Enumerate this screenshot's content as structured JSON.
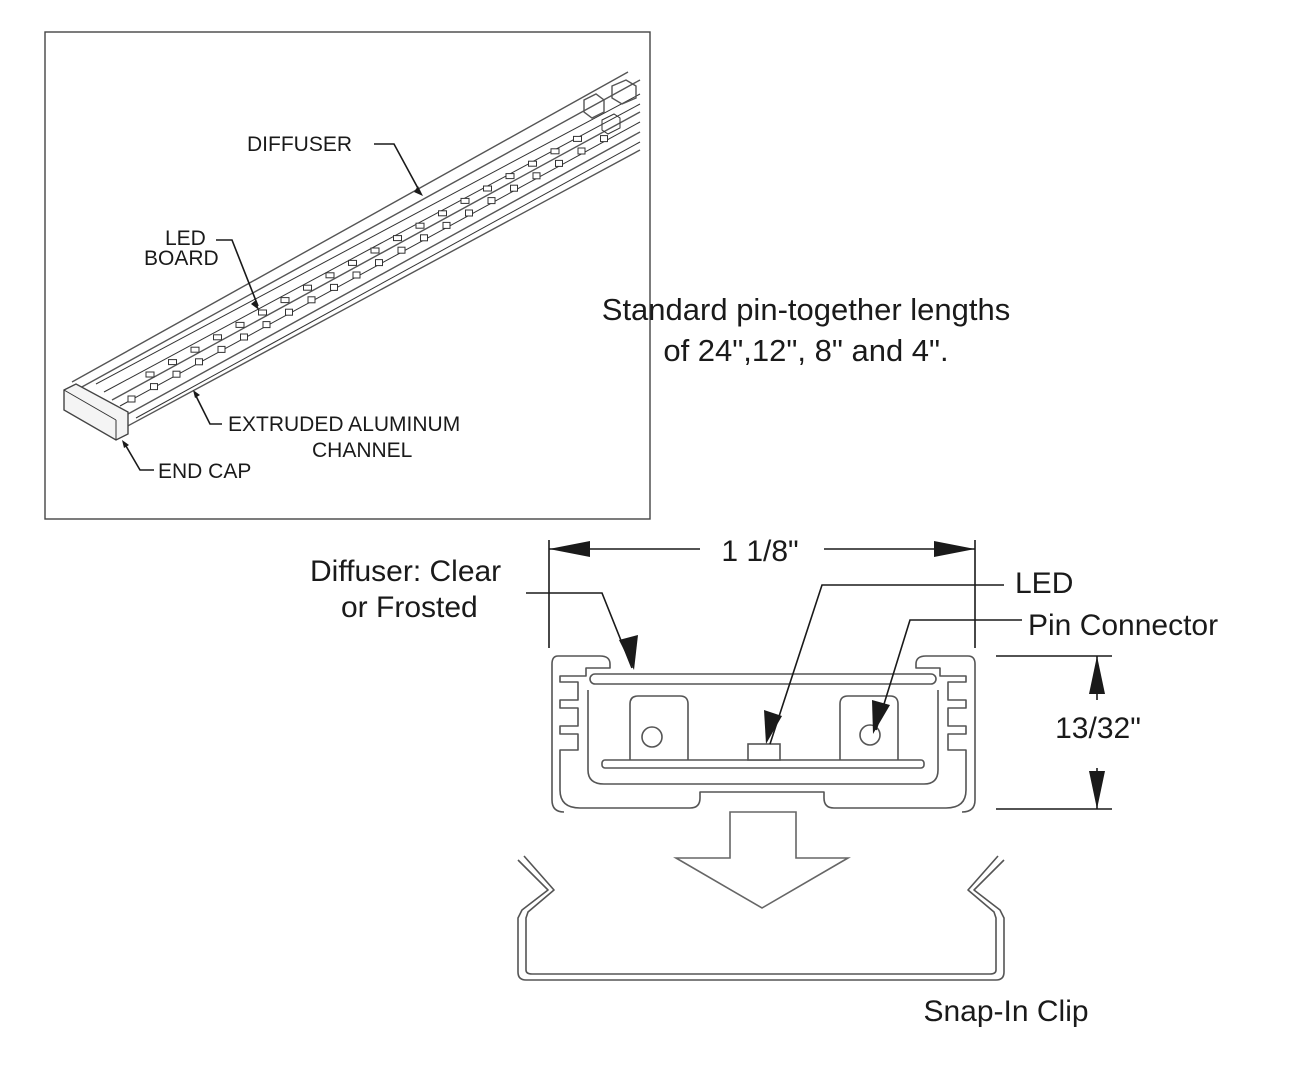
{
  "inset": {
    "labels": {
      "diffuser": "DIFFUSER",
      "led_board_line1": "LED",
      "led_board_line2": "BOARD",
      "channel_line1": "EXTRUDED ALUMINUM",
      "channel_line2": "CHANNEL",
      "end_cap": "END CAP"
    }
  },
  "note": {
    "line1": "Standard pin-together lengths",
    "line2": "of 24\",12\", 8\" and 4\"."
  },
  "section": {
    "width_dimension": "1 1/8\"",
    "height_dimension": "13/32\"",
    "diffuser_line1": "Diffuser: Clear",
    "diffuser_line2": "or Frosted",
    "led": "LED",
    "pin_connector": "Pin Connector",
    "snap_in_clip": "Snap-In Clip"
  },
  "colors": {
    "line": "#1a1a1a",
    "profile": "#555555",
    "background": "#ffffff"
  }
}
